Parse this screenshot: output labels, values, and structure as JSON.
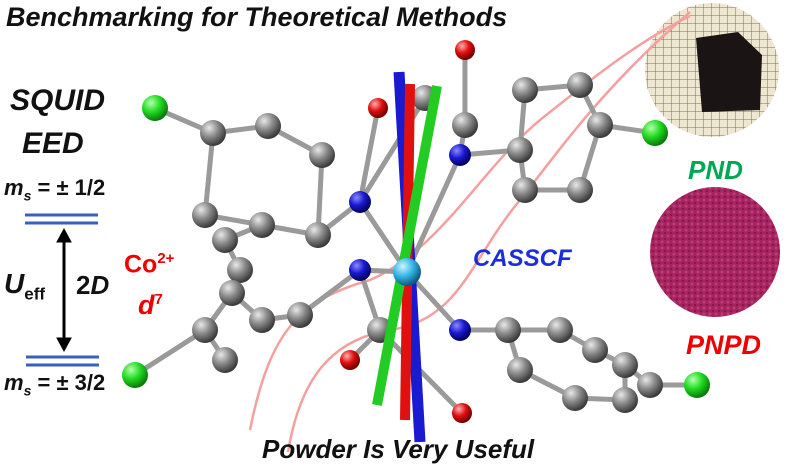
{
  "title": "Benchmarking for Theoretical Methods",
  "footer": "Powder Is Very Useful",
  "methods_left": [
    "SQUID",
    "EED"
  ],
  "energy_diagram": {
    "upper_level": {
      "symbol": "m",
      "subscript": "s",
      "value": "= ± 1/2"
    },
    "lower_level": {
      "symbol": "m",
      "subscript": "s",
      "value": "= ± 3/2"
    },
    "barrier": {
      "symbol": "U",
      "subscript": "eff"
    },
    "gap": {
      "prefix": "2",
      "symbol": "D"
    },
    "level_color": "#3a5fbf"
  },
  "ion": {
    "element": "Co",
    "charge": "2+",
    "config": "d",
    "config_sup": "7"
  },
  "method_center": "CASSCF",
  "right_labels": {
    "crystal": "PND",
    "powder": "PNPD"
  },
  "colors": {
    "pnd": "#00a651",
    "pnpd": "#ee0000",
    "casscf": "#1a2ee0",
    "ion": "#ee0000",
    "curve": "#f4a0a0"
  }
}
